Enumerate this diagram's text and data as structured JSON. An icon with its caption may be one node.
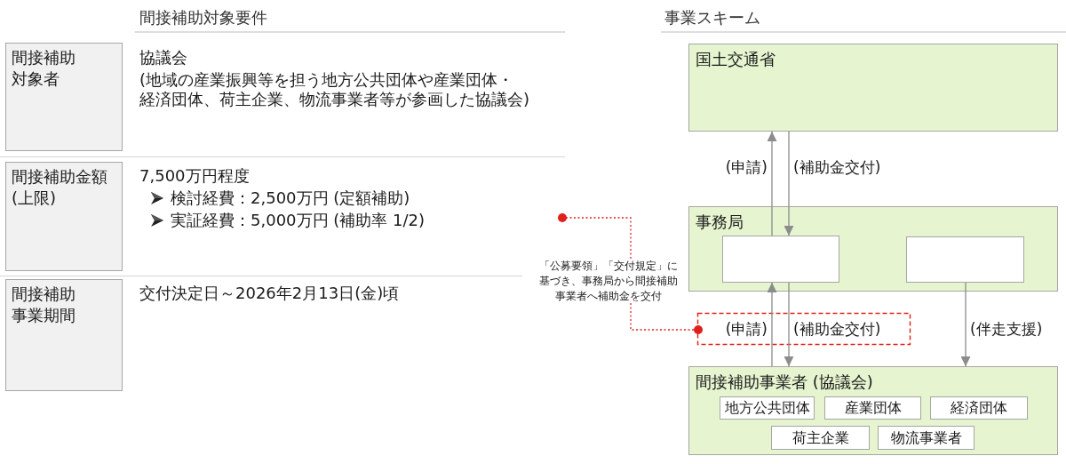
{
  "diagram": {
    "nodes": [
      {
        "text": [
          "間接補助対象者"
        ]
      },
      {
        "text": [
          "間接補助金額(上限)"
        ]
      },
      {
        "text": [
          "間接補助事業期間"
        ]
      },
      {
        "text": [
          "国土交通省"
        ]
      },
      {
        "text": [
          "事務局"
        ]
      },
      {
        "text": [],
        "shape": "box",
        "in": 4
      },
      {
        "text": [],
        "shape": "box",
        "in": 4
      },
      {
        "text": [
          "「公募要領」「交付規定」に基づき、事務局から間接補助事業者へ補助金を交付"
        ]
      },
      {
        "text": [
          "間接補助事業者 (協議会)"
        ]
      },
      {
        "text": [
          "地方公共団体"
        ],
        "in": 8
      },
      {
        "text": [
          "産業団体"
        ],
        "in": 8
      },
      {
        "text": [
          "経済団体"
        ],
        "in": 8
      },
      {
        "text": [
          "荷主企業"
        ],
        "in": 8
      },
      {
        "text": [
          "物流事業者"
        ],
        "in": 8
      }
    ],
    "edges": [
      {
        "from": 5,
        "to": 3,
        "arrow": "to",
        "label": "(申請)"
      },
      {
        "from": 3,
        "to": 5,
        "arrow": "to",
        "label": "(補助金交付)"
      },
      {
        "from": 8,
        "to": 5,
        "arrow": "to",
        "label": "(申請)"
      },
      {
        "from": 5,
        "to": 8,
        "arrow": "to",
        "label": "(補助金交付)"
      },
      {
        "from": 6,
        "to": 8,
        "arrow": "to",
        "label": "(伴走支援)"
      },
      {
        "from": 7,
        "to": null,
        "arrow": "other",
        "style": "dashed",
        "color": "#e0201c"
      },
      {
        "from": 7,
        "to": null,
        "arrow": "other",
        "style": "dashed",
        "color": "#e0201c"
      }
    ],
    "labels": [
      "間接補助対象要件",
      "事業スキーム",
      "協議会",
      "(地域の産業振興等を担う地方公共団体や産業団体・経済団体、荷主企業、物流事業者等が参画した協議会)",
      "7,500万円程度",
      "検討経費：2,500万円 (定額補助)",
      "実証経費：5,000万円 (補助率 1/2)",
      "交付決定日～2026年2月13日(金)頃"
    ]
  }
}
